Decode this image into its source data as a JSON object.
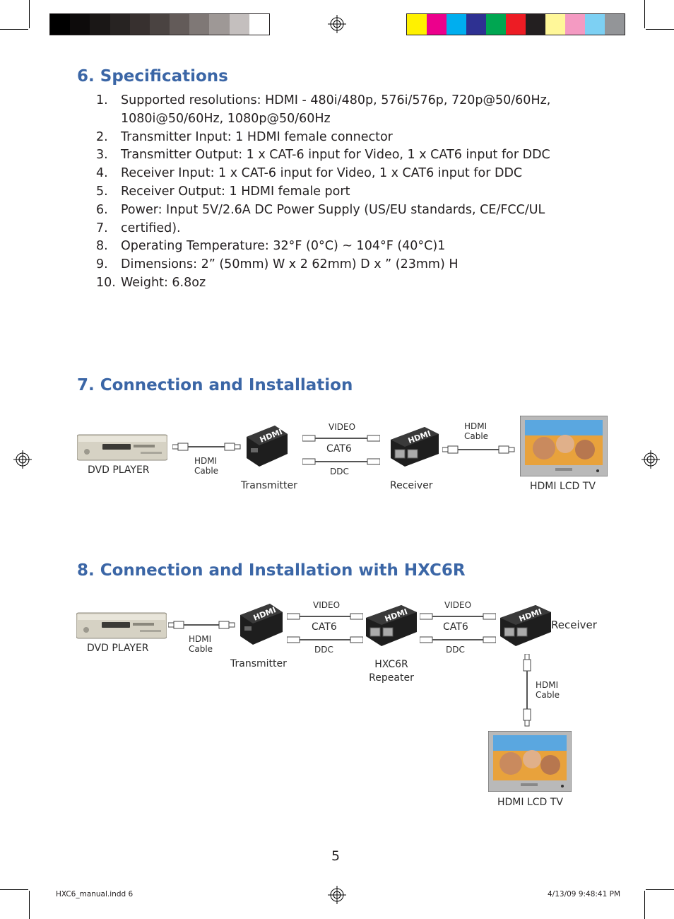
{
  "colors": {
    "heading": "#3b66a6",
    "gray_ramp": [
      "#000000",
      "#0d0b0b",
      "#1a1716",
      "#272322",
      "#37302f",
      "#4a4341",
      "#635b59",
      "#7f7876",
      "#9e9896",
      "#c4bfbe",
      "#ffffff"
    ],
    "process": [
      "#fff100",
      "#ec008c",
      "#00aeef",
      "#2e3192",
      "#00a651",
      "#ed1c24",
      "#231f20",
      "#fff799",
      "#f49ac2",
      "#7dd0f3",
      "#939598"
    ]
  },
  "specs": {
    "heading": "6. Specifications",
    "items": [
      {
        "num": "1.",
        "text": "Supported resolutions: HDMI - 480i/480p, 576i/576p, 720p@50/60Hz,"
      },
      {
        "num": "",
        "text": "1080i@50/60Hz, 1080p@50/60Hz"
      },
      {
        "num": "2.",
        "text": "Transmitter Input: 1 HDMI female connector"
      },
      {
        "num": "3.",
        "text": "Transmitter Output: 1 x CAT-6 input for Video, 1 x CAT6 input for DDC"
      },
      {
        "num": "4.",
        "text": "Receiver Input: 1 x CAT-6 input for Video, 1 x CAT6 input for DDC"
      },
      {
        "num": "5.",
        "text": "Receiver Output: 1 HDMI female port"
      },
      {
        "num": "6.",
        "text": "Power: Input 5V/2.6A DC Power Supply (US/EU standards, CE/FCC/UL"
      },
      {
        "num": "7.",
        "text": " certified)."
      },
      {
        "num": "8.",
        "text": "Operating Temperature: 32°F (0°C) ~ 104°F (40°C)1"
      },
      {
        "num": "9.",
        "text": "Dimensions: 2” (50mm) W x 2  62mm) D x  ” (23mm) H"
      },
      {
        "num": "10.",
        "text": "Weight: 6.8oz"
      }
    ]
  },
  "connection": {
    "heading": "7. Connection and Installation",
    "dvd_player": "DVD PLAYER",
    "hdmi_cable_1": "HDMI\nCable",
    "transmitter": "Transmitter",
    "video": "VIDEO",
    "cat6": "CAT6",
    "ddc": "DDC",
    "receiver": "Receiver",
    "hdmi_cable_2": "HDMI\nCable",
    "tv": "HDMI LCD TV"
  },
  "connection_repeater": {
    "heading": "8. Connection and Installation with HXC6R",
    "dvd_player": "DVD PLAYER",
    "hdmi_cable_1": "HDMI\nCable",
    "transmitter": "Transmitter",
    "video_1": "VIDEO",
    "cat6_1": "CAT6",
    "ddc_1": "DDC",
    "repeater": "HXC6R\nRepeater",
    "video_2": "VIDEO",
    "cat6_2": "CAT6",
    "ddc_2": "DDC",
    "receiver": "Receiver",
    "hdmi_cable_2": "HDMI\nCable",
    "tv": "HDMI LCD TV"
  },
  "device_branding": {
    "logo": "HDMI"
  },
  "page_number": "5",
  "footer": {
    "file": "HXC6_manual.indd   6",
    "datetime": "4/13/09   9:48:41 PM"
  }
}
